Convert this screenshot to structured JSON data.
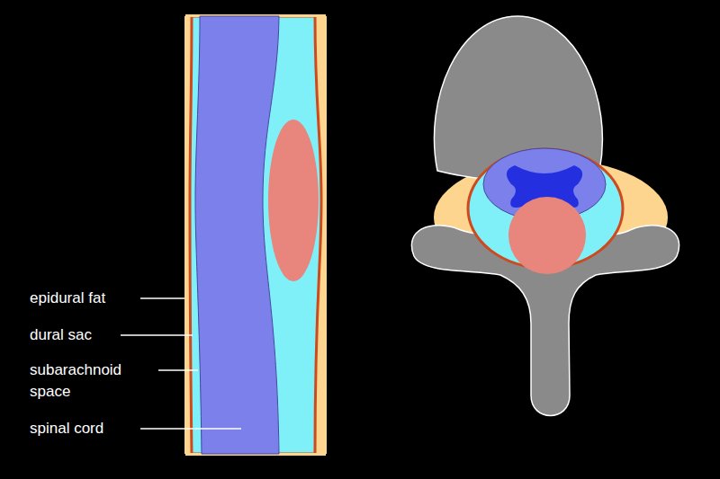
{
  "diagram": {
    "labels": [
      "epidural fat",
      "dural sac",
      "subarachnoid space",
      "spinal cord"
    ]
  }
}
